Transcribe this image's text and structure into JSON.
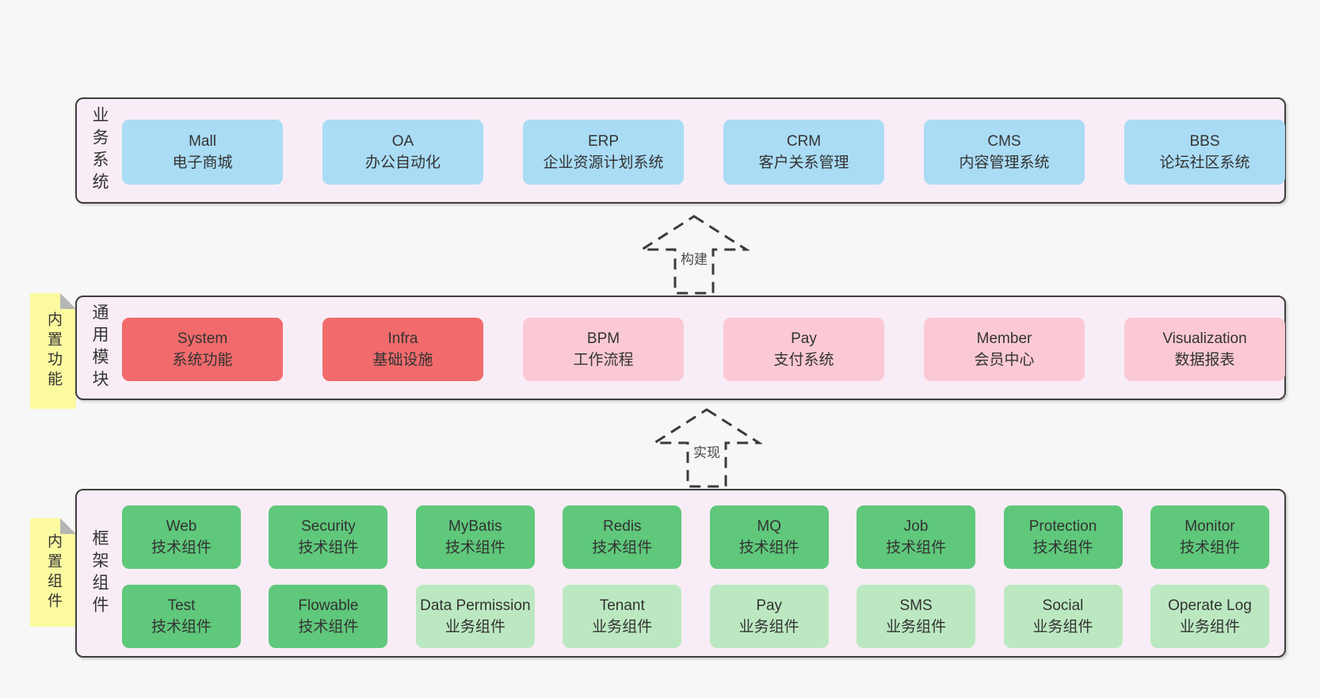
{
  "colors": {
    "page_bg": "#f7f7f7",
    "panel_bg": "#f8edf6",
    "panel_border": "#3e3e3e",
    "blue_node": "#aadcf5",
    "red_node": "#f16b6c",
    "pink_node": "#fbc9d3",
    "green_node": "#5fc87b",
    "light_green_node": "#bce8c1",
    "sticky_note": "#fbfa9f",
    "note_fold": "#b5b5b5"
  },
  "layers": [
    {
      "label": "业务系统",
      "boxes": [
        {
          "name": "Mall",
          "desc": "电子商城"
        },
        {
          "name": "OA",
          "desc": "办公自动化"
        },
        {
          "name": "ERP",
          "desc": "企业资源计划系统"
        },
        {
          "name": "CRM",
          "desc": "客户关系管理"
        },
        {
          "name": "CMS",
          "desc": "内容管理系统"
        },
        {
          "name": "BBS",
          "desc": "论坛社区系统"
        }
      ]
    },
    {
      "label": "通用模块",
      "note": "内置功能",
      "boxes": [
        {
          "name": "System",
          "desc": "系统功能"
        },
        {
          "name": "Infra",
          "desc": "基础设施"
        },
        {
          "name": "BPM",
          "desc": "工作流程"
        },
        {
          "name": "Pay",
          "desc": "支付系统"
        },
        {
          "name": "Member",
          "desc": "会员中心"
        },
        {
          "name": "Visualization",
          "desc": "数据报表"
        }
      ]
    },
    {
      "label": "框架组件",
      "note": "内置组件",
      "rows": [
        [
          {
            "name": "Web",
            "desc": "技术组件"
          },
          {
            "name": "Security",
            "desc": "技术组件"
          },
          {
            "name": "MyBatis",
            "desc": "技术组件"
          },
          {
            "name": "Redis",
            "desc": "技术组件"
          },
          {
            "name": "MQ",
            "desc": "技术组件"
          },
          {
            "name": "Job",
            "desc": "技术组件"
          },
          {
            "name": "Protection",
            "desc": "技术组件"
          },
          {
            "name": "Monitor",
            "desc": "技术组件"
          }
        ],
        [
          {
            "name": "Test",
            "desc": "技术组件"
          },
          {
            "name": "Flowable",
            "desc": "技术组件"
          },
          {
            "name": "Data Permission",
            "desc": "业务组件"
          },
          {
            "name": "Tenant",
            "desc": "业务组件"
          },
          {
            "name": "Pay",
            "desc": "业务组件"
          },
          {
            "name": "SMS",
            "desc": "业务组件"
          },
          {
            "name": "Social",
            "desc": "业务组件"
          },
          {
            "name": "Operate Log",
            "desc": "业务组件"
          }
        ]
      ]
    }
  ],
  "arrows": [
    {
      "label": "构建"
    },
    {
      "label": "实现"
    }
  ]
}
